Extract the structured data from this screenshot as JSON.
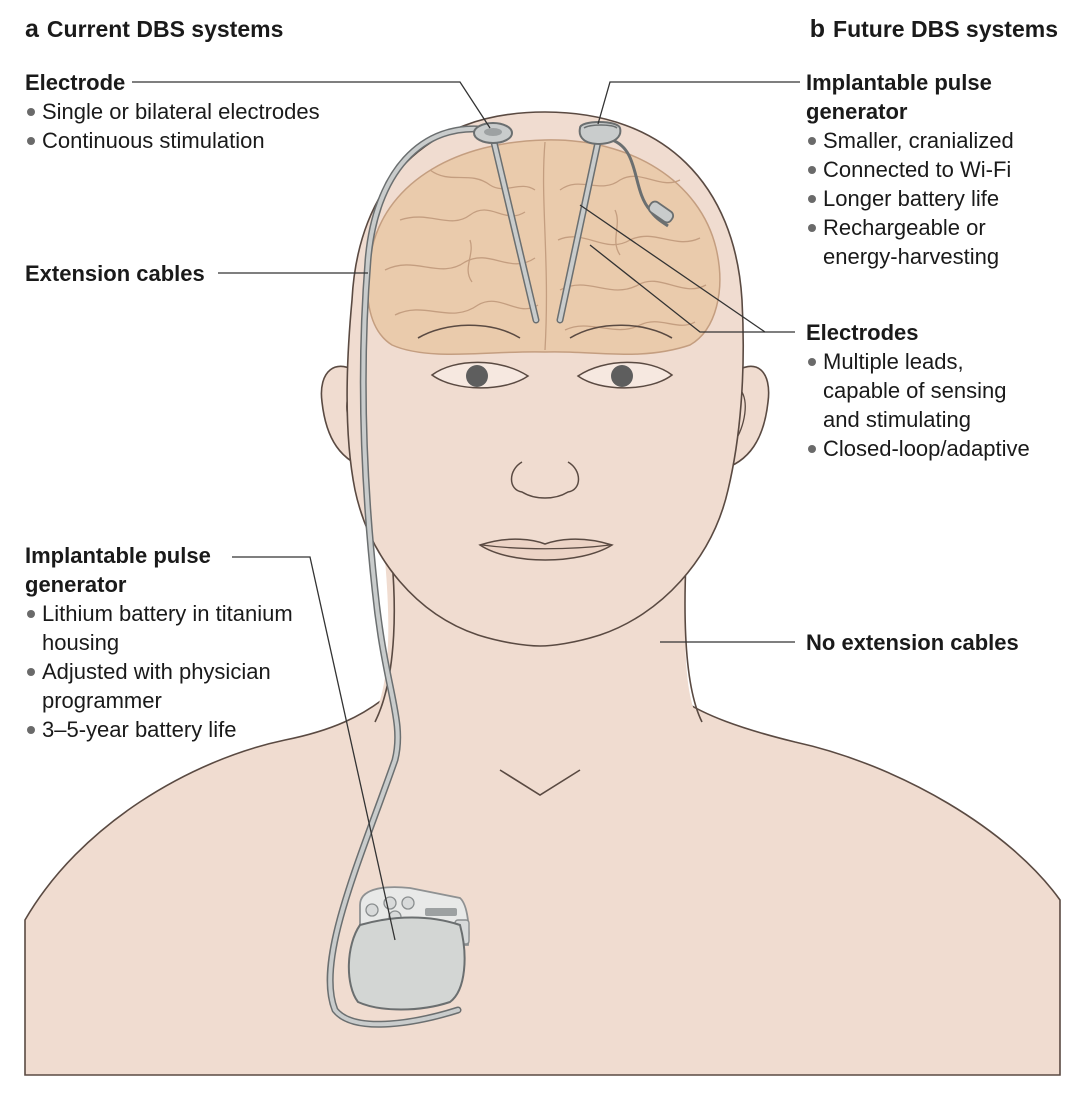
{
  "panels": {
    "a": {
      "letter": "a",
      "title": "Current DBS systems"
    },
    "b": {
      "letter": "b",
      "title": "Future DBS systems"
    }
  },
  "labels": {
    "electrode": {
      "heading": "Electrode",
      "items": [
        "Single or bilateral electrodes",
        "Continuous stimulation"
      ]
    },
    "extension_cables": {
      "heading": "Extension cables"
    },
    "ipg_current": {
      "heading": "Implantable pulse generator",
      "items": [
        "Lithium battery in titanium housing",
        "Adjusted with physician programmer",
        "3–5-year battery life"
      ]
    },
    "ipg_future": {
      "heading": "Implantable pulse generator",
      "items": [
        "Smaller, cranialized",
        "Connected to Wi-Fi",
        "Longer battery life",
        "Rechargeable or energy-harvesting"
      ]
    },
    "electrodes_future": {
      "heading": "Electrodes",
      "items": [
        "Multiple leads, capable of sensing and stimulating",
        "Closed-loop/adaptive"
      ]
    },
    "no_extension_cables": {
      "heading": "No extension cables"
    }
  },
  "colors": {
    "skin": "#f0dcd0",
    "skin_outline": "#5a4a42",
    "brain": "#eacbac",
    "brain_line": "#c49e80",
    "device": "#d3d6d4",
    "device_outline": "#6b6f70",
    "cable": "#c9cccc",
    "text": "#1a1a1a",
    "leader": "#333333"
  }
}
